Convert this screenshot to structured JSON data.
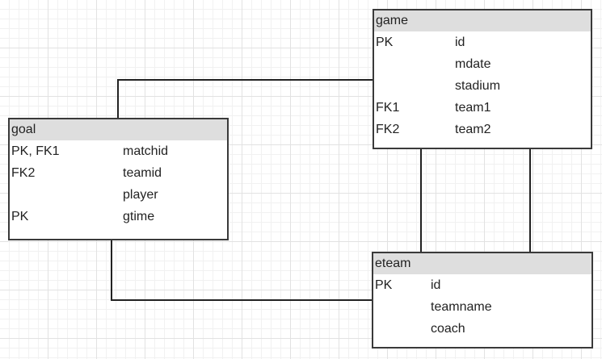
{
  "entities": {
    "game": {
      "title": "game",
      "rows": [
        {
          "key": "PK",
          "field": "id"
        },
        {
          "key": "",
          "field": "mdate"
        },
        {
          "key": "",
          "field": "stadium"
        },
        {
          "key": "FK1",
          "field": "team1"
        },
        {
          "key": "FK2",
          "field": "team2"
        }
      ]
    },
    "goal": {
      "title": "goal",
      "rows": [
        {
          "key": "PK, FK1",
          "field": "matchid"
        },
        {
          "key": "FK2",
          "field": "teamid"
        },
        {
          "key": "",
          "field": "player"
        },
        {
          "key": "PK",
          "field": "gtime"
        }
      ]
    },
    "eteam": {
      "title": "eteam",
      "rows": [
        {
          "key": "PK",
          "field": "id"
        },
        {
          "key": "",
          "field": "teamname"
        },
        {
          "key": "",
          "field": "coach"
        }
      ]
    }
  },
  "relationships": [
    {
      "from": "goal.matchid",
      "to": "game.id"
    },
    {
      "from": "game.team1",
      "to": "eteam.id"
    },
    {
      "from": "game.team2",
      "to": "eteam.id"
    },
    {
      "from": "goal.teamid",
      "to": "eteam.id"
    }
  ],
  "colors": {
    "header_fill": "#dedede",
    "border": "#3a3a3a",
    "line": "#222222"
  }
}
